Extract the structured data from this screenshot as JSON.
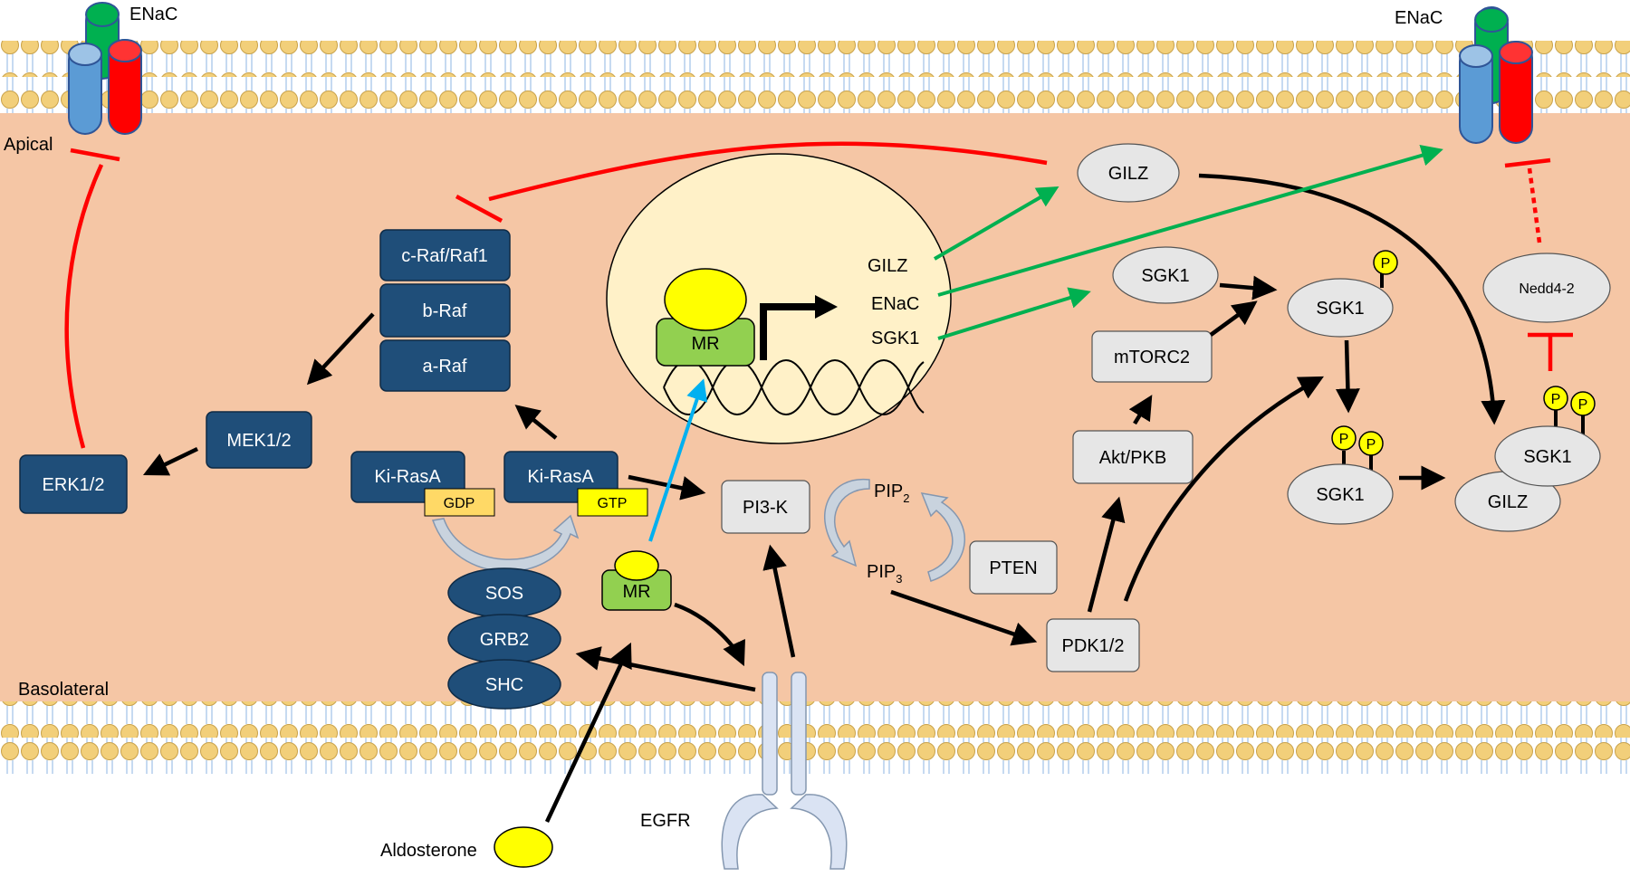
{
  "membrane": {
    "apical_label": "Apical",
    "basolateral_label": "Basolateral"
  },
  "channels": {
    "enac_left": "ENaC",
    "enac_right": "ENaC"
  },
  "raf": {
    "c_raf": "c-Raf/Raf1",
    "b_raf": "b-Raf",
    "a_raf": "a-Raf"
  },
  "mapk": {
    "mek": "MEK1/2",
    "erk": "ERK1/2"
  },
  "ras": {
    "ras_gdp": "Ki-RasA",
    "gdp": "GDP",
    "ras_gtp": "Ki-RasA",
    "gtp": "GTP"
  },
  "adaptors": {
    "sos": "SOS",
    "grb2": "GRB2",
    "shc": "SHC"
  },
  "nucleus": {
    "mr": "MR",
    "gene_gilz": "GILZ",
    "gene_enac": "ENaC",
    "gene_sgk1": "SGK1"
  },
  "cytoplasm": {
    "mr": "MR",
    "aldosterone": "Aldosterone",
    "egfr": "EGFR",
    "pi3k": "PI3-K",
    "pip2": "PIP",
    "pip2_sub": "2",
    "pip3": "PIP",
    "pip3_sub": "3",
    "pten": "PTEN",
    "pdk": "PDK1/2",
    "akt": "Akt/PKB",
    "mtorc2": "mTORC2"
  },
  "sgk": {
    "gilz_top": "GILZ",
    "sgk1_new": "SGK1",
    "sgk1_p": "SGK1",
    "sgk1_pp": "SGK1",
    "sgk1_complex": "SGK1",
    "gilz_complex": "GILZ",
    "nedd": "Nedd4-2",
    "p": "P"
  },
  "colors": {
    "cytoplasm": "#f5c6a5",
    "nucleus": "#fff1c8",
    "kinase_box": "#1f4e79",
    "grey_node": "#e6e6e6",
    "inhibit": "#ff0000",
    "transcription": "#00b050",
    "mr_activation": "#00b0f0",
    "mr": "#92d050",
    "ligand": "#ffff00",
    "enac_blue": "#5b9bd5",
    "enac_green": "#00b050",
    "enac_red": "#ff0000"
  }
}
